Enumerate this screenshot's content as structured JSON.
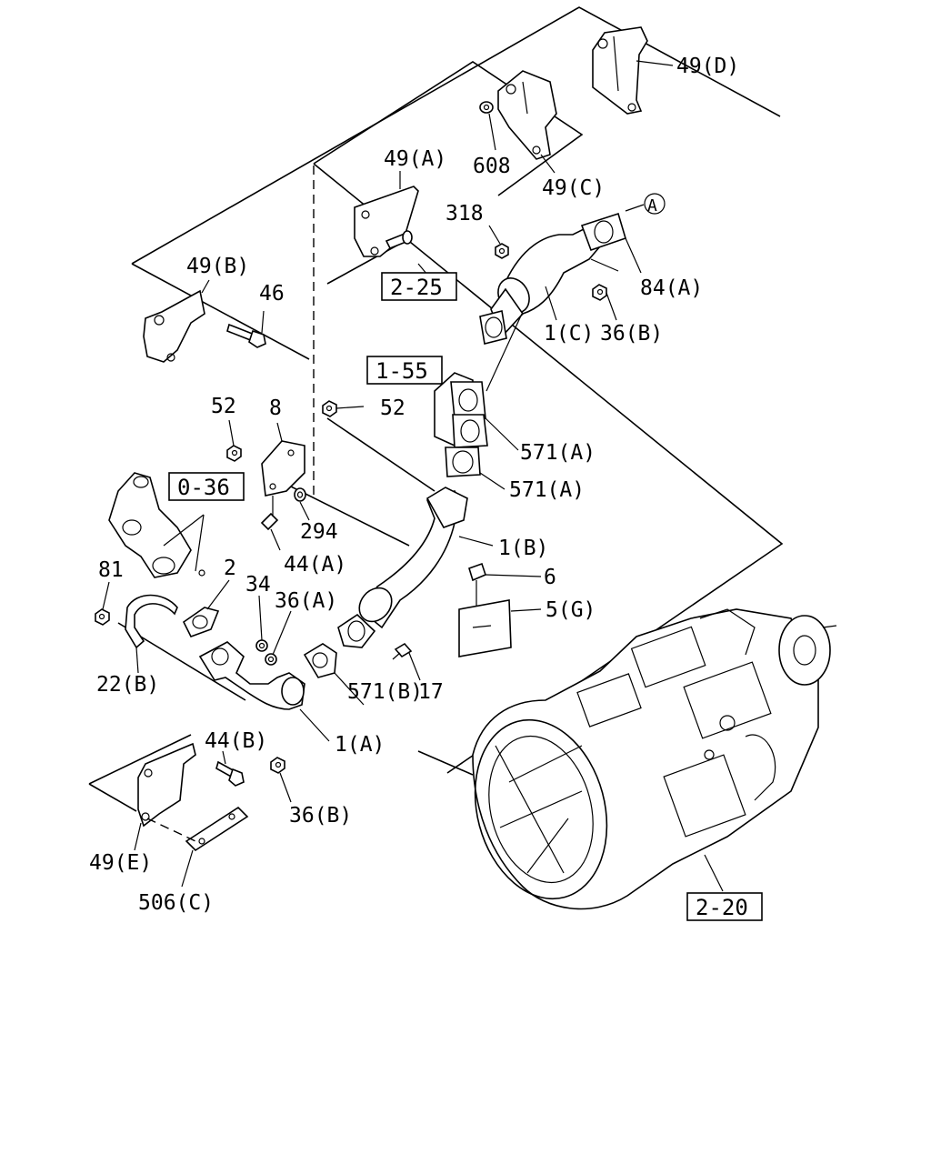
{
  "callouts": {
    "c49D": "49(D)",
    "c608": "608",
    "c49C": "49(C)",
    "c49A": "49(A)",
    "c318": "318",
    "cA": "A",
    "c84A": "84(A)",
    "c49B": "49(B)",
    "c46": "46",
    "c1C": "1(C)",
    "c36B_top": "36(B)",
    "c52_left": "52",
    "c8": "8",
    "c52_right": "52",
    "c571A_1": "571(A)",
    "c571A_2": "571(A)",
    "c294": "294",
    "c44A": "44(A)",
    "c1B": "1(B)",
    "c81": "81",
    "c2": "2",
    "c34": "34",
    "c36A": "36(A)",
    "c6": "6",
    "c5G": "5(G)",
    "c22B": "22(B)",
    "c17": "17",
    "c571B": "571(B)",
    "c1A": "1(A)",
    "c44B": "44(B)",
    "c36B_bottom": "36(B)",
    "c49E": "49(E)",
    "c506C": "506(C)"
  },
  "references": {
    "r2_25": "2-25",
    "r1_55": "1-55",
    "r0_36": "0-36",
    "r2_20": "2-20"
  }
}
